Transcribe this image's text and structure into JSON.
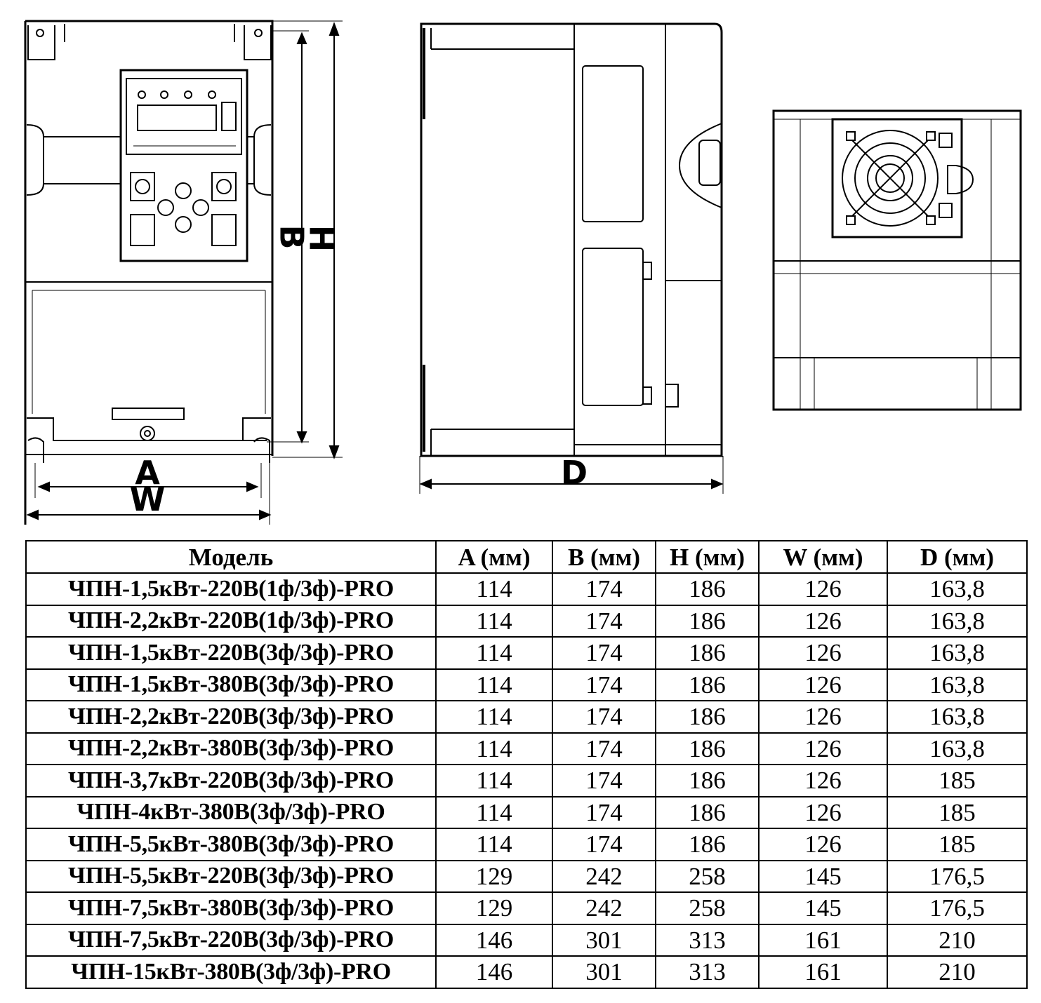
{
  "drawings": {
    "front_view": {
      "labels": {
        "B": "B",
        "H": "H",
        "A": "A",
        "W": "W"
      }
    },
    "side_view": {
      "labels": {
        "D": "D"
      }
    },
    "bottom_view": {}
  },
  "table": {
    "headers": [
      "Модель",
      "A (мм)",
      "B (мм)",
      "H (мм)",
      "W (мм)",
      "D (мм)"
    ],
    "rows": [
      [
        "ЧПН-1,5кВт-220В(1ф/3ф)-PRO",
        "114",
        "174",
        "186",
        "126",
        "163,8"
      ],
      [
        "ЧПН-2,2кВт-220В(1ф/3ф)-PRO",
        "114",
        "174",
        "186",
        "126",
        "163,8"
      ],
      [
        "ЧПН-1,5кВт-220В(3ф/3ф)-PRO",
        "114",
        "174",
        "186",
        "126",
        "163,8"
      ],
      [
        "ЧПН-1,5кВт-380В(3ф/3ф)-PRO",
        "114",
        "174",
        "186",
        "126",
        "163,8"
      ],
      [
        "ЧПН-2,2кВт-220В(3ф/3ф)-PRO",
        "114",
        "174",
        "186",
        "126",
        "163,8"
      ],
      [
        "ЧПН-2,2кВт-380В(3ф/3ф)-PRO",
        "114",
        "174",
        "186",
        "126",
        "163,8"
      ],
      [
        "ЧПН-3,7кВт-220В(3ф/3ф)-PRO",
        "114",
        "174",
        "186",
        "126",
        "185"
      ],
      [
        "ЧПН-4кВт-380В(3ф/3ф)-PRO",
        "114",
        "174",
        "186",
        "126",
        "185"
      ],
      [
        "ЧПН-5,5кВт-380В(3ф/3ф)-PRO",
        "114",
        "174",
        "186",
        "126",
        "185"
      ],
      [
        "ЧПН-5,5кВт-220В(3ф/3ф)-PRO",
        "129",
        "242",
        "258",
        "145",
        "176,5"
      ],
      [
        "ЧПН-7,5кВт-380В(3ф/3ф)-PRO",
        "129",
        "242",
        "258",
        "145",
        "176,5"
      ],
      [
        "ЧПН-7,5кВт-220В(3ф/3ф)-PRO",
        "146",
        "301",
        "313",
        "161",
        "210"
      ],
      [
        "ЧПН-15кВт-380В(3ф/3ф)-PRO",
        "146",
        "301",
        "313",
        "161",
        "210"
      ]
    ]
  }
}
